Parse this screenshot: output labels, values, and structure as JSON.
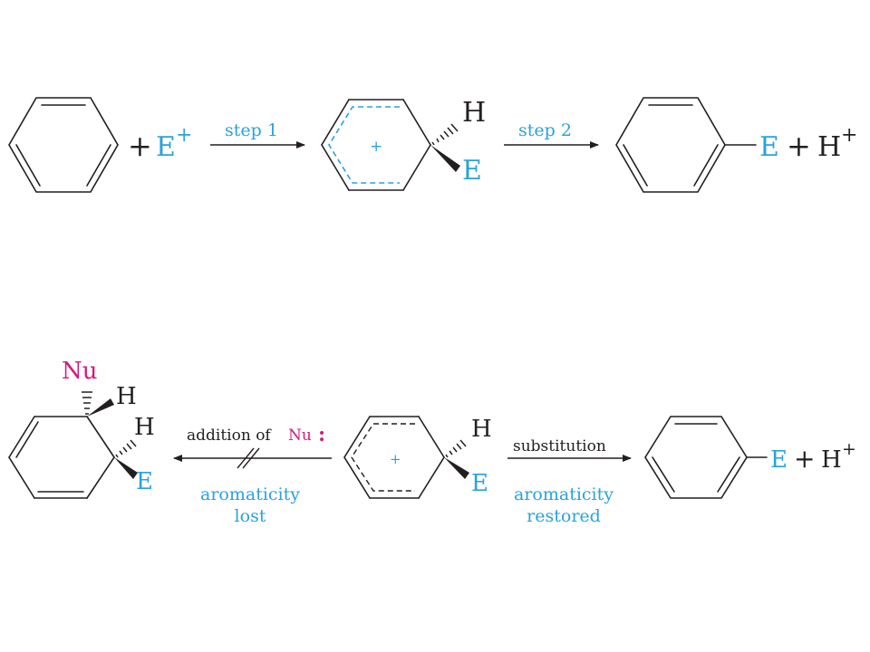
{
  "colors": {
    "ink": "#231f20",
    "electrophile": "#2aa2dd",
    "nucleophile": "#d6197c"
  },
  "top_row": {
    "plus_reagent": "+",
    "reagent": "E",
    "reagent_charge": "+",
    "step1_label": "step 1",
    "cation_charge": "+",
    "intermediate_h": "H",
    "intermediate_e": "E",
    "step2_label": "step 2",
    "product_e": "E",
    "plus_product": "+",
    "byproduct": "H",
    "byproduct_charge": "+"
  },
  "bottom_row": {
    "nucleophile": "Nu",
    "addition_h1": "H",
    "addition_h2": "H",
    "addition_e": "E",
    "addition_label_prefix": "addition of",
    "addition_label_nu": "Nu",
    "addition_label_colon": ":",
    "aromaticity_lost_line1": "aromaticity",
    "aromaticity_lost_line2": "lost",
    "cation_charge": "+",
    "intermediate_h": "H",
    "intermediate_e": "E",
    "substitution_label": "substitution",
    "aromaticity_restored_line1": "aromaticity",
    "aromaticity_restored_line2": "restored",
    "product_e": "E",
    "plus_product": "+",
    "byproduct": "H",
    "byproduct_charge": "+"
  }
}
